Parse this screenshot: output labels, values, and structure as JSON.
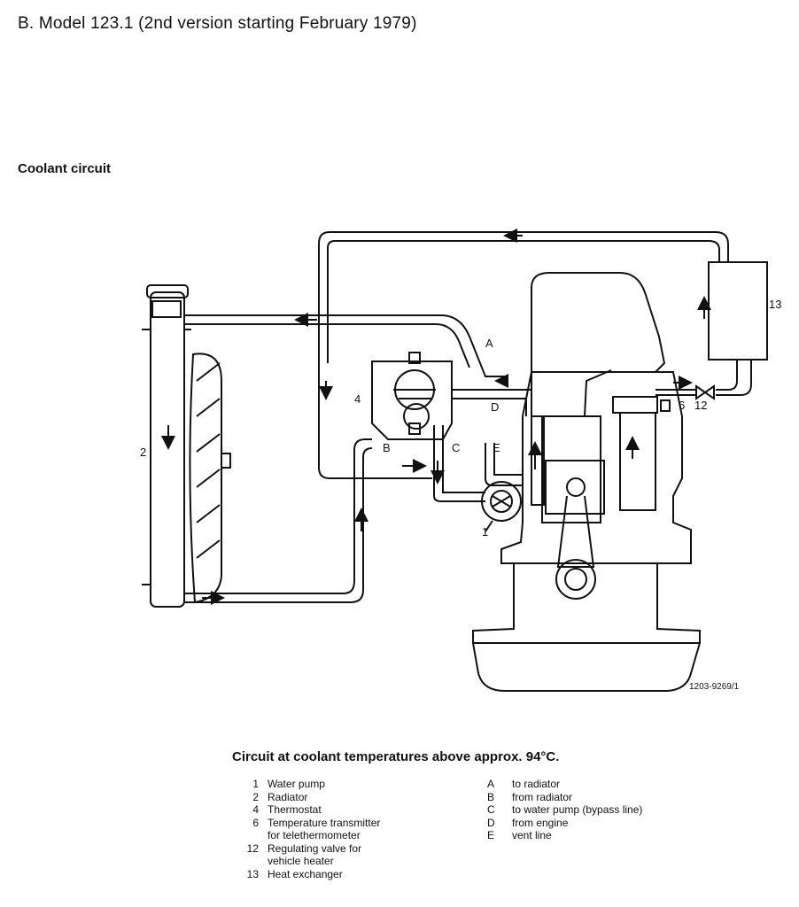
{
  "heading": "B. Model 123.1 (2nd version starting February 1979)",
  "section_title": "Coolant circuit",
  "figure_number": "1203-9269/1",
  "diagram_labels": {
    "A": "A",
    "B": "B",
    "C": "C",
    "D": "D",
    "E": "E",
    "n1": "1",
    "n2": "2",
    "n4": "4",
    "n6": "6",
    "n12": "12",
    "n13": "13"
  },
  "caption": "Circuit at coolant temperatures above approx. 94°C.",
  "legend_numbers": [
    {
      "key": "1",
      "text": "Water pump"
    },
    {
      "key": "2",
      "text": "Radiator"
    },
    {
      "key": "4",
      "text": "Thermostat"
    },
    {
      "key": "6",
      "text": "Temperature transmitter\nfor telethermometer"
    },
    {
      "key": "12",
      "text": "Regulating valve for\nvehicle heater"
    },
    {
      "key": "13",
      "text": "Heat exchanger"
    }
  ],
  "legend_letters": [
    {
      "key": "A",
      "text": "to radiator"
    },
    {
      "key": "B",
      "text": "from radiator"
    },
    {
      "key": "C",
      "text": "to water pump (bypass line)"
    },
    {
      "key": "D",
      "text": "from engine"
    },
    {
      "key": "E",
      "text": "vent line"
    }
  ]
}
